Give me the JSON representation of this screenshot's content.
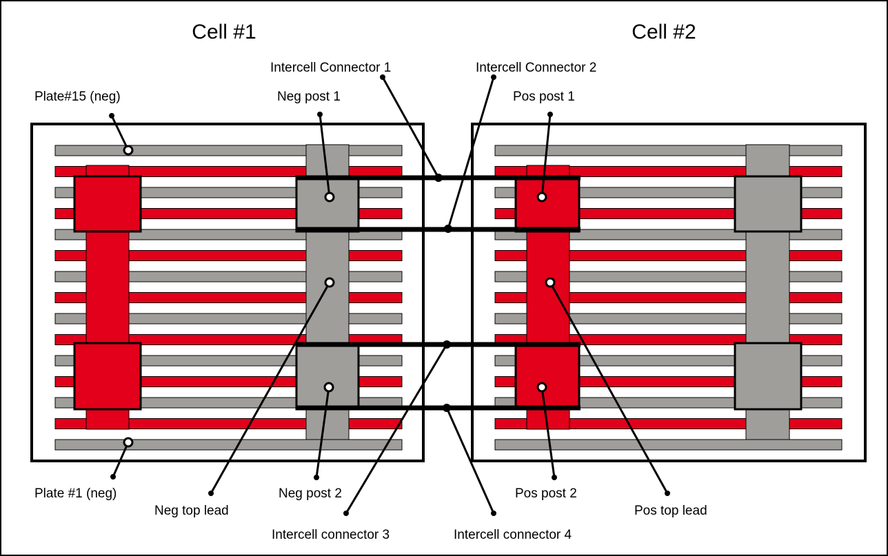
{
  "colors": {
    "plate_neg": "#a09e9b",
    "plate_pos": "#e2001a",
    "outline": "#000000",
    "background": "#ffffff"
  },
  "cells": [
    {
      "title": "Cell #1"
    },
    {
      "title": "Cell #2"
    }
  ],
  "labels": {
    "intercell_connector_1": "Intercell Connector 1",
    "intercell_connector_2": "Intercell Connector 2",
    "intercell_connector_3": "Intercell connector 3",
    "intercell_connector_4": "Intercell connector 4",
    "plate15_neg": "Plate#15 (neg)",
    "plate1_neg": "Plate #1 (neg)",
    "neg_post_1": "Neg post 1",
    "neg_post_2": "Neg post 2",
    "pos_post_1": "Pos post 1",
    "pos_post_2": "Pos  post 2",
    "neg_top_lead": "Neg top lead",
    "pos_top_lead": "Pos top lead"
  }
}
